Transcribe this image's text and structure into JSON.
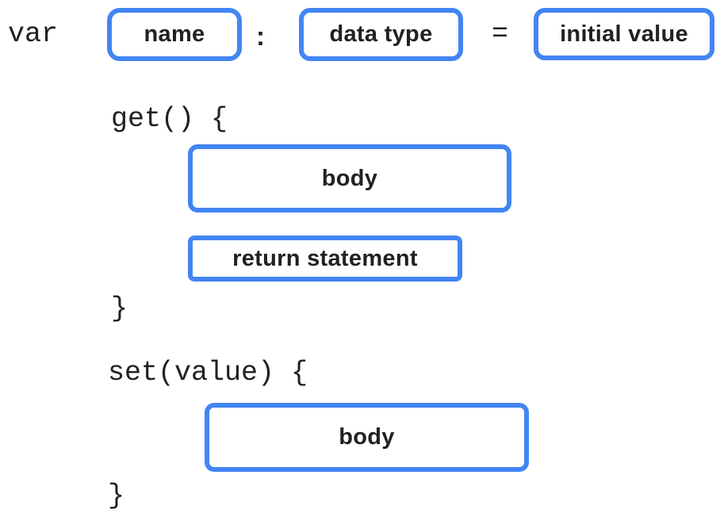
{
  "colors": {
    "accent_blue": "#4285F4",
    "text": "#202124",
    "background": "#ffffff"
  },
  "diagram": {
    "declaration": {
      "keyword": "var",
      "name_slot": "name",
      "colon": ":",
      "type_slot": "data type",
      "equals": "=",
      "initial_value_slot": "initial value"
    },
    "getter": {
      "signature": "get() {",
      "body_slot": "body",
      "return_slot": "return statement",
      "closing_brace": "}"
    },
    "setter": {
      "signature": "set(value) {",
      "body_slot": "body",
      "closing_brace": "}"
    }
  }
}
